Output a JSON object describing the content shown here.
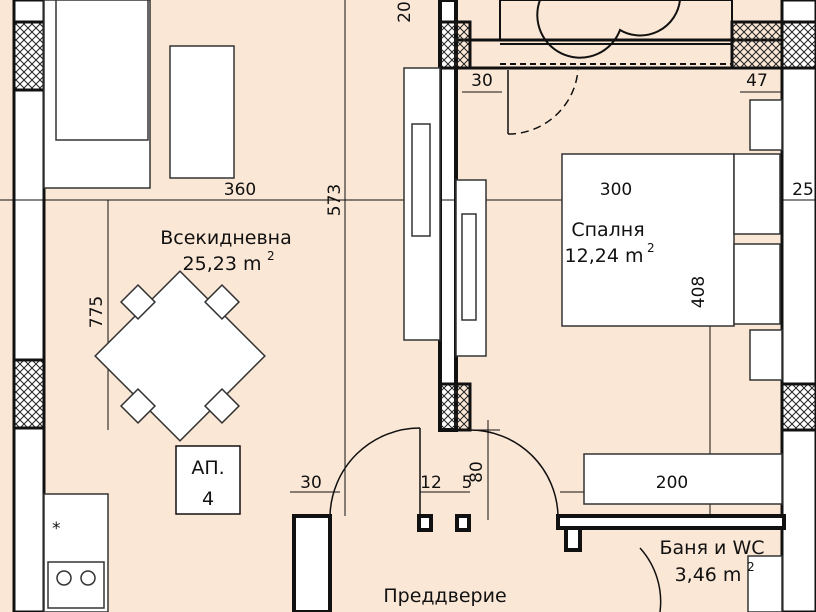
{
  "colors": {
    "floor": "#fbe7d6",
    "wall": "#111111",
    "line": "#1a1a1a",
    "hatch": "#222222",
    "furniture_fill": "#ffffff"
  },
  "rooms": {
    "living": {
      "name": "Всекидневна",
      "area": "25,23 m",
      "area_unit_exp": "2"
    },
    "bedroom": {
      "name": "Спалня",
      "area": "12,24 m",
      "area_unit_exp": "2"
    },
    "hall": {
      "name": "Преддверие"
    },
    "bath": {
      "name": "Баня и WC",
      "area": "3,46 m",
      "area_unit_exp": "2"
    }
  },
  "apartment": {
    "label_line1": "АП.",
    "label_line2": "4"
  },
  "dimensions": {
    "d20": "20",
    "d30_top": "30",
    "d47": "47",
    "d360": "360",
    "d573": "573",
    "d300": "300",
    "d25": "25",
    "d775": "775",
    "d408": "408",
    "d30_door": "30",
    "d12": "12",
    "d5": "5",
    "d80": "80",
    "d200": "200"
  },
  "symbols": {
    "stove_mark": "*"
  }
}
